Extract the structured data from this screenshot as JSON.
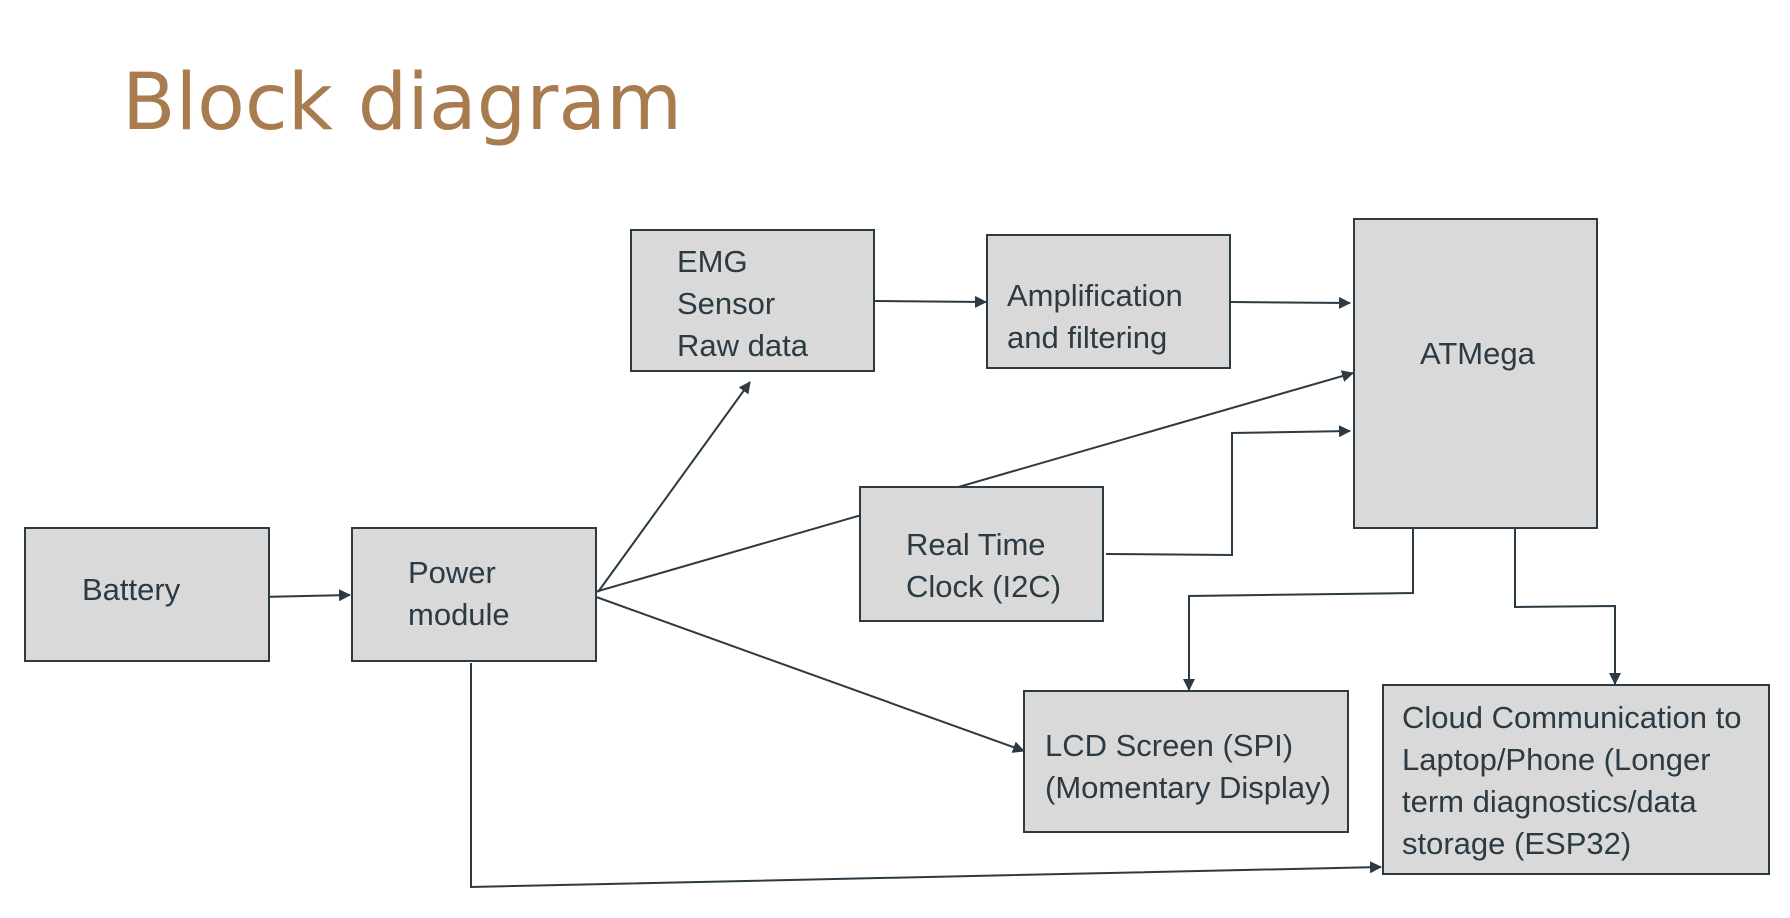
{
  "title": "Block diagram",
  "colors": {
    "title": "#a97c50",
    "box_fill": "#d9d9d9",
    "stroke": "#2c3a44",
    "text": "#2c3a44"
  },
  "blocks": {
    "battery": [
      "Battery"
    ],
    "power": [
      "Power",
      "module"
    ],
    "emg": [
      "EMG",
      "Sensor",
      "Raw data"
    ],
    "amp": [
      "Amplification",
      "and filtering"
    ],
    "atmega": [
      "ATMega"
    ],
    "rtc": [
      "Real Time",
      "Clock (I2C)"
    ],
    "lcd": [
      "LCD Screen (SPI)",
      "(Momentary Display)"
    ],
    "cloud": [
      "Cloud Communication to",
      "Laptop/Phone (Longer",
      "term diagnostics/data",
      "storage (ESP32)"
    ]
  },
  "connections": [
    {
      "from": "battery",
      "to": "power"
    },
    {
      "from": "power",
      "to": "emg"
    },
    {
      "from": "power",
      "to": "atmega"
    },
    {
      "from": "power",
      "to": "lcd"
    },
    {
      "from": "power",
      "to": "cloud"
    },
    {
      "from": "emg",
      "to": "amp"
    },
    {
      "from": "amp",
      "to": "atmega"
    },
    {
      "from": "rtc",
      "to": "atmega"
    },
    {
      "from": "atmega",
      "to": "lcd"
    },
    {
      "from": "atmega",
      "to": "cloud"
    }
  ]
}
